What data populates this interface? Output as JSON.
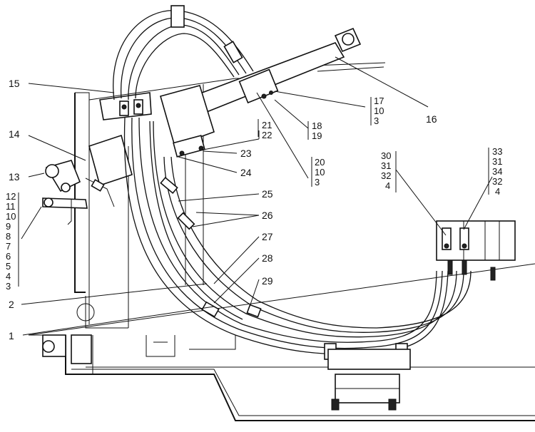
{
  "labels": {
    "l1": "1",
    "l2": "2",
    "l3_12": [
      "12",
      "11",
      "10",
      "9",
      "8",
      "7",
      "6",
      "5",
      "4",
      "3"
    ],
    "l13": "13",
    "l14": "14",
    "l15": "15",
    "l16": "16",
    "g17": [
      "17",
      "10",
      "3"
    ],
    "g18": [
      "18",
      "19"
    ],
    "g20": [
      "20",
      "10",
      "3"
    ],
    "g21": [
      "21",
      "22"
    ],
    "l23": "23",
    "l24": "24",
    "l25": "25",
    "l26": "26",
    "l27": "27",
    "l28": "28",
    "l29": "29",
    "g30": [
      "30",
      "31",
      "32",
      "4"
    ],
    "g33": [
      "33",
      "31",
      "34",
      "32",
      "4"
    ]
  }
}
